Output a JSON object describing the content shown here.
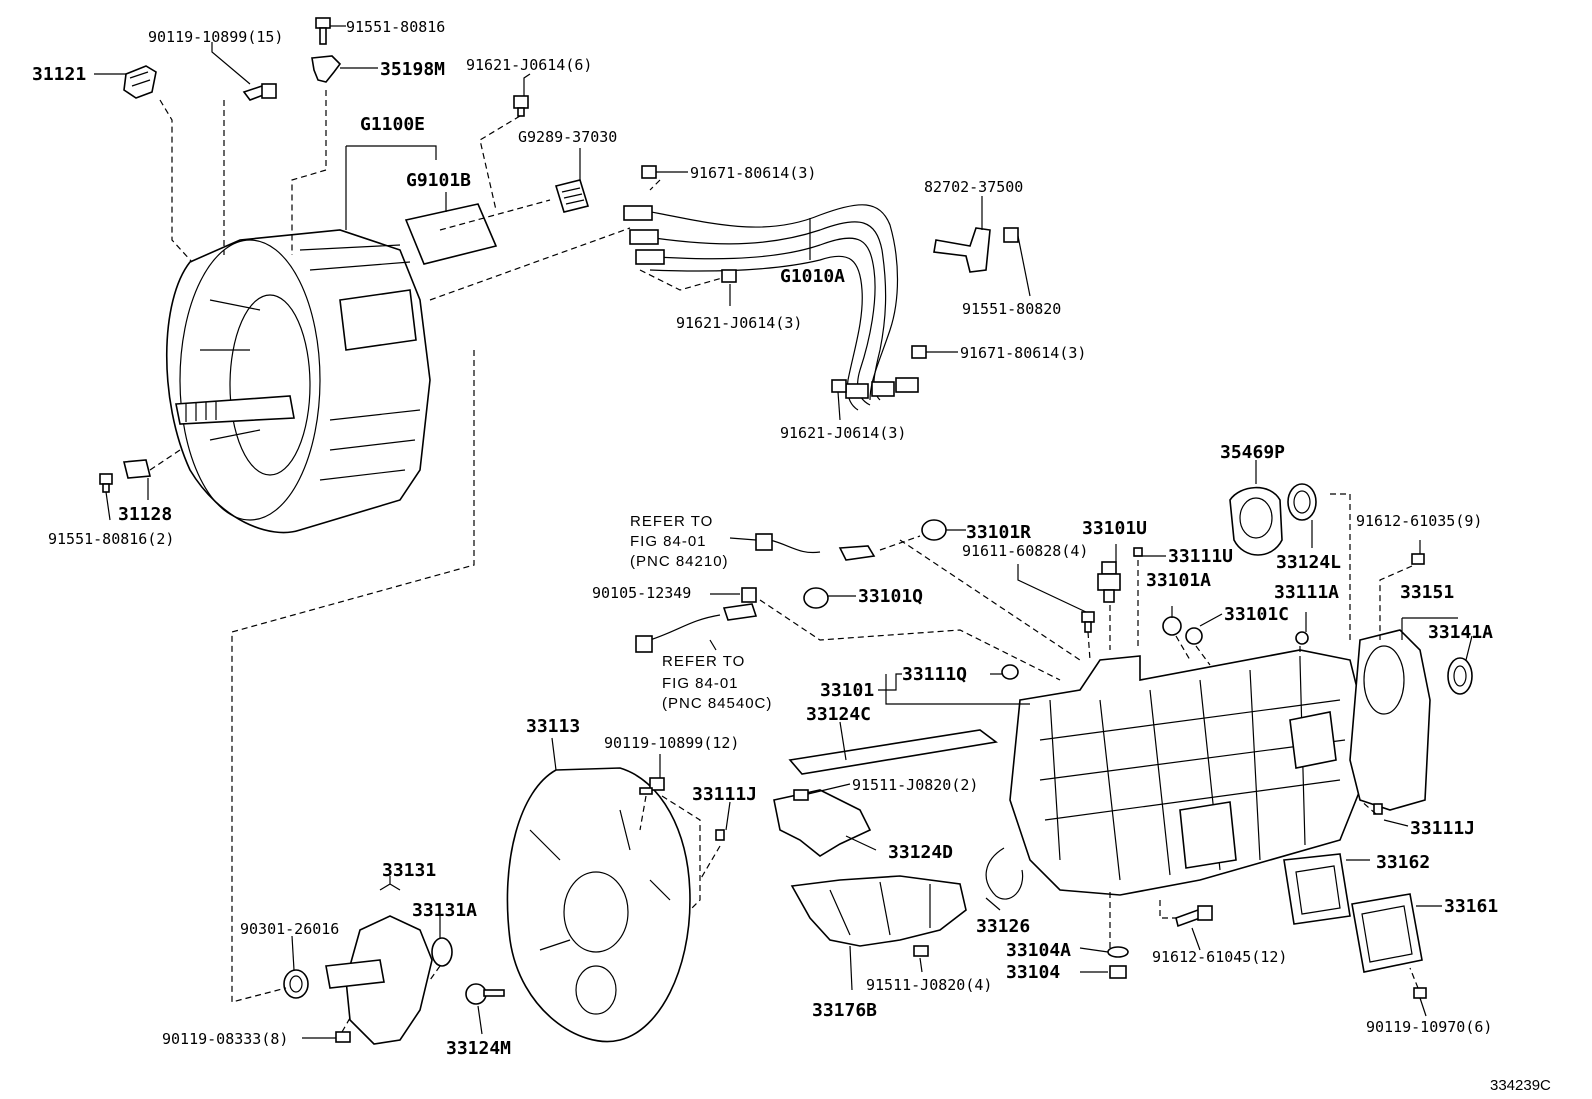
{
  "diagram": {
    "reference_code": "334239C",
    "callouts": {
      "p_31121": "31121",
      "p_90119_10899_15": "90119-10899(15)",
      "p_91551_80816": "91551-80816",
      "p_35198M": "35198M",
      "p_91621_J0614_6": "91621-J0614(6)",
      "p_G1100E": "G1100E",
      "p_G9289_37030": "G9289-37030",
      "p_G9101B": "G9101B",
      "p_91671_80614_3a": "91671-80614(3)",
      "p_82702_37500": "82702-37500",
      "p_G1010A": "G1010A",
      "p_91621_J0614_3a": "91621-J0614(3)",
      "p_91551_80820": "91551-80820",
      "p_91671_80614_3b": "91671-80614(3)",
      "p_91621_J0614_3b": "91621-J0614(3)",
      "p_31128": "31128",
      "p_91551_80816_2": "91551-80816(2)",
      "p_35469P": "35469P",
      "p_refer_1a": "REFER TO",
      "p_refer_1b": "FIG 84-01",
      "p_refer_1c": "(PNC 84210)",
      "p_33101R": "33101R",
      "p_33101U": "33101U",
      "p_91611_60828_4": "91611-60828(4)",
      "p_33111U": "33111U",
      "p_33124L": "33124L",
      "p_91612_61035_9": "91612-61035(9)",
      "p_90105_12349": "90105-12349",
      "p_33101Q": "33101Q",
      "p_33101A": "33101A",
      "p_33101C": "33101C",
      "p_33111A": "33111A",
      "p_33151": "33151",
      "p_33141A": "33141A",
      "p_refer_2a": "REFER TO",
      "p_refer_2b": "FIG 84-01",
      "p_refer_2c": "(PNC 84540C)",
      "p_33101": "33101",
      "p_33111Q": "33111Q",
      "p_33124C": "33124C",
      "p_33113": "33113",
      "p_90119_10899_12": "90119-10899(12)",
      "p_33111J_a": "33111J",
      "p_91511_J0820_2": "91511-J0820(2)",
      "p_33111J_b": "33111J",
      "p_33124D": "33124D",
      "p_33162": "33162",
      "p_33131": "33131",
      "p_33131A": "33131A",
      "p_90301_26016": "90301-26016",
      "p_33161": "33161",
      "p_33126": "33126",
      "p_33104A": "33104A",
      "p_33104": "33104",
      "p_91612_61045_12": "91612-61045(12)",
      "p_91511_J0820_4": "91511-J0820(4)",
      "p_33176B": "33176B",
      "p_90119_08333_8": "90119-08333(8)",
      "p_33124M": "33124M",
      "p_90119_10970_6": "90119-10970(6)"
    }
  }
}
